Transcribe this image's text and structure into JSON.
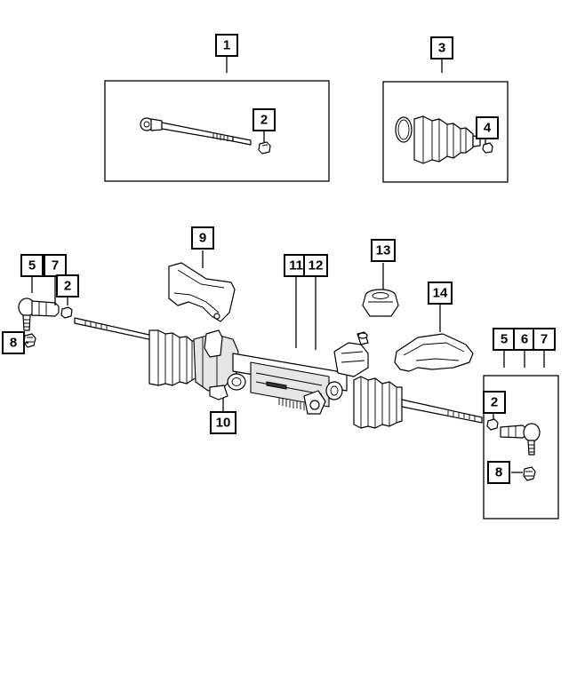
{
  "callouts": {
    "c1": "1",
    "c2_top": "2",
    "c3": "3",
    "c4": "4",
    "c5_left": "5",
    "c7_left": "7",
    "c2_left": "2",
    "c8_left": "8",
    "c9": "9",
    "c10": "10",
    "c11": "11",
    "c12": "12",
    "c13": "13",
    "c14": "14",
    "c5_right": "5",
    "c6_right": "6",
    "c7_right": "7",
    "c2_right": "2",
    "c8_right": "8"
  }
}
